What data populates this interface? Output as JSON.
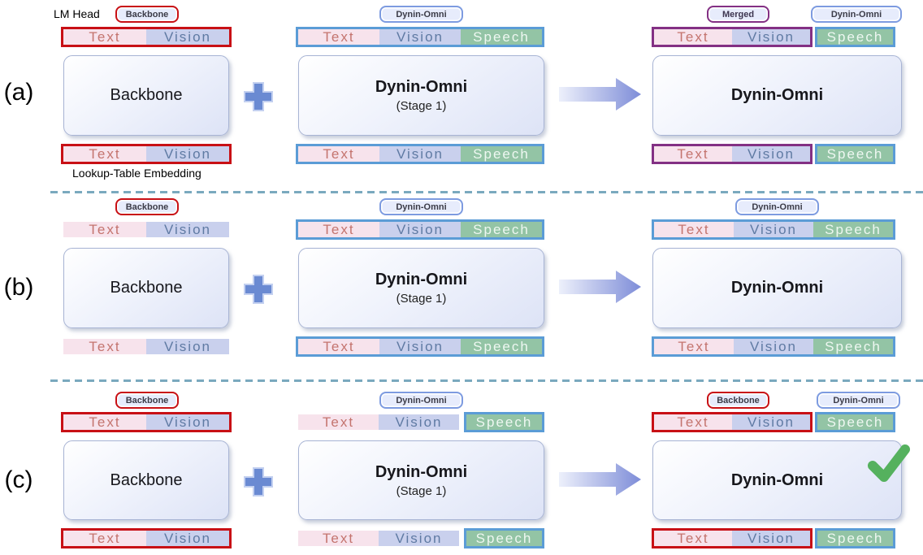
{
  "annotations": {
    "lm_head": "LM Head",
    "lookup_table_embedding": "Lookup-Table Embedding"
  },
  "icons": {
    "plus": "plus-icon",
    "arrow_right": "arrow-right-icon",
    "check": "green-checkmark-icon"
  },
  "colors": {
    "text_segment_bg": "#f7e3ec",
    "text_segment_fg": "#c4746e",
    "vision_segment_bg": "#c9d0ed",
    "vision_segment_fg": "#5f7aa3",
    "speech_segment_bg": "#93c4a5",
    "speech_segment_fg": "#eef7f1",
    "backbone_border_red": "#c81015",
    "omni_border_blue": "#5b9cd6",
    "merged_border_purple": "#833084",
    "plus_blue": "#6a8ad2",
    "arrow_blue": "#7e8dd8",
    "separator_teal": "#7aa9be",
    "checkmark_green": "#55b15e",
    "pill_bg": "#e7ecfc"
  },
  "rows": [
    {
      "label": "(a)",
      "left": {
        "pill": "Backbone",
        "box_title": "Backbone",
        "segments": [
          "Text",
          "Vision"
        ]
      },
      "middle": {
        "pill": "Dynin-Omni",
        "box_title": "Dynin-Omni",
        "box_subtitle": "(Stage 1)",
        "segments": [
          "Text",
          "Vision",
          "Speech"
        ]
      },
      "right": {
        "pill_merged": "Merged",
        "pill_omni": "Dynin-Omni",
        "box_title": "Dynin-Omni",
        "segments": [
          "Text",
          "Vision",
          "Speech"
        ]
      }
    },
    {
      "label": "(b)",
      "left": {
        "pill": "Backbone",
        "box_title": "Backbone",
        "segments": [
          "Text",
          "Vision"
        ]
      },
      "middle": {
        "pill": "Dynin-Omni",
        "box_title": "Dynin-Omni",
        "box_subtitle": "(Stage 1)",
        "segments": [
          "Text",
          "Vision",
          "Speech"
        ]
      },
      "right": {
        "pill_omni": "Dynin-Omni",
        "box_title": "Dynin-Omni",
        "segments": [
          "Text",
          "Vision",
          "Speech"
        ]
      }
    },
    {
      "label": "(c)",
      "left": {
        "pill": "Backbone",
        "box_title": "Backbone",
        "segments": [
          "Text",
          "Vision"
        ]
      },
      "middle": {
        "pill": "Dynin-Omni",
        "box_title": "Dynin-Omni",
        "box_subtitle": "(Stage 1)",
        "segments": [
          "Text",
          "Vision",
          "Speech"
        ]
      },
      "right": {
        "pill_backbone": "Backbone",
        "pill_omni": "Dynin-Omni",
        "box_title": "Dynin-Omni",
        "segments": [
          "Text",
          "Vision",
          "Speech"
        ],
        "status_icon": "green-checkmark"
      }
    }
  ]
}
